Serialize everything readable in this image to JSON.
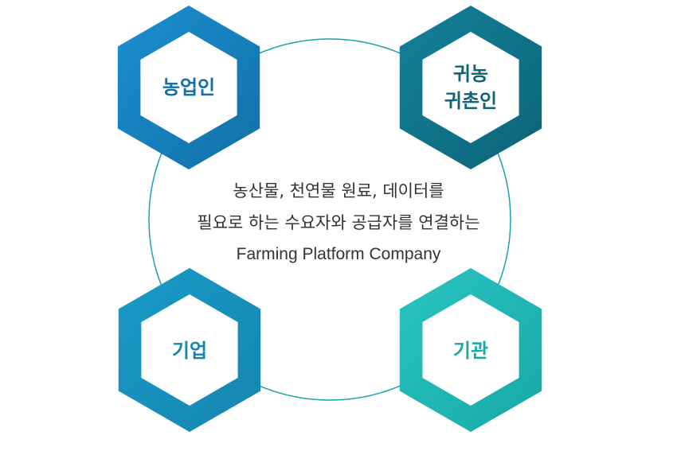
{
  "center": {
    "line1": "농산물, 천연물 원료, 데이터를",
    "line2": "필요로 하는 수요자와 공급자를 연결하는",
    "line3": "Farming Platform Company"
  },
  "nodes": [
    {
      "label_line1": "농업인",
      "label_line2": "",
      "color_from": "#1a8fcf",
      "color_to": "#1170a8"
    },
    {
      "label_line1": "귀농",
      "label_line2": "귀촌인",
      "color_from": "#12819a",
      "color_to": "#0d6478"
    },
    {
      "label_line1": "기업",
      "label_line2": "",
      "color_from": "#1a9ac8",
      "color_to": "#1585b0"
    },
    {
      "label_line1": "기관",
      "label_line2": "",
      "color_from": "#2ac4c0",
      "color_to": "#16a9a6"
    }
  ],
  "colors": {
    "circle_stroke": "#1aa0b0",
    "center_text": "#333333"
  }
}
